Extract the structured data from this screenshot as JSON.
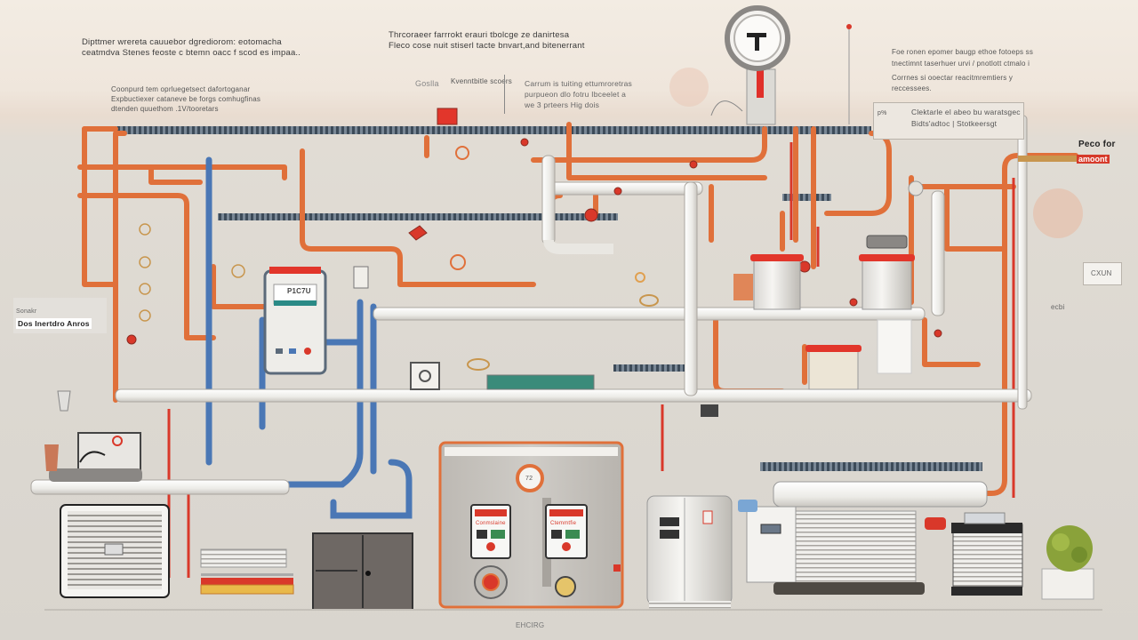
{
  "diagram": {
    "title": "Plumbing and HVAC system illustration",
    "annotations": {
      "top_left_heading": [
        "Dipttmer wrereta cauuebor dgrediorom: eotomacha",
        "ceatmdva Stenes feoste c btemn oacc f scod es impaa.."
      ],
      "top_left_sub": [
        "Coonpurd tem oprluegetsect dafortoganar",
        "Expbuctiexer cataneve be forgs comhugfinas",
        "dtenden quuethom .1V/tooretars"
      ],
      "top_center_heading": [
        "Thrcoraeer farrrokt erauri tbolcge ze danirtesa",
        "Fleco cose nuit stiserl tacte bnvart,and bitenerrant"
      ],
      "small_logo_text": "Goslla",
      "small_caption": "Kvenntbitle scoers",
      "center_callout": [
        "Carrum is tuiting ettumroretras",
        "purpueon dlo fotru Ibceelet a",
        "we 3 prteers Hig dois"
      ],
      "top_right_heading": [
        "Foe  ronen epomer baugp ethoe fotoeps ss",
        "tnectimnt taserhuer urvi / pnotlott ctmalo i"
      ],
      "top_right_sub": "Corrnes si ooectar reacitmremtiers y reccessees.",
      "right_callout_tag": "p%",
      "right_callout": [
        "Clektarle el abeo bu waratsgec",
        "Bidts'adtoc | Stotkeersgt"
      ],
      "right_edge_label": "Peco for",
      "right_edge_tag": "amoont",
      "right_badge_top": "CXUN",
      "right_badge_bottom": "ecbi",
      "left_side_label_small": "Sonakr",
      "left_side_label": "Dos Inertdro Anros",
      "bottom_caption": "EHCIRG"
    },
    "components": {
      "controller_display": "P1C7U",
      "boiler_badge": "72",
      "control_panel_left_screen": "Conmslaine",
      "control_panel_right_screen": "Ctemmtfie"
    },
    "colors": {
      "copper_pipe": "#e0703a",
      "hot_line": "#d9382a",
      "cold_pipe": "#4a77b5",
      "white_pipe": "#f2f0ec",
      "duct_dark": "#5a6a7a",
      "background": "#dcd8d1"
    }
  }
}
